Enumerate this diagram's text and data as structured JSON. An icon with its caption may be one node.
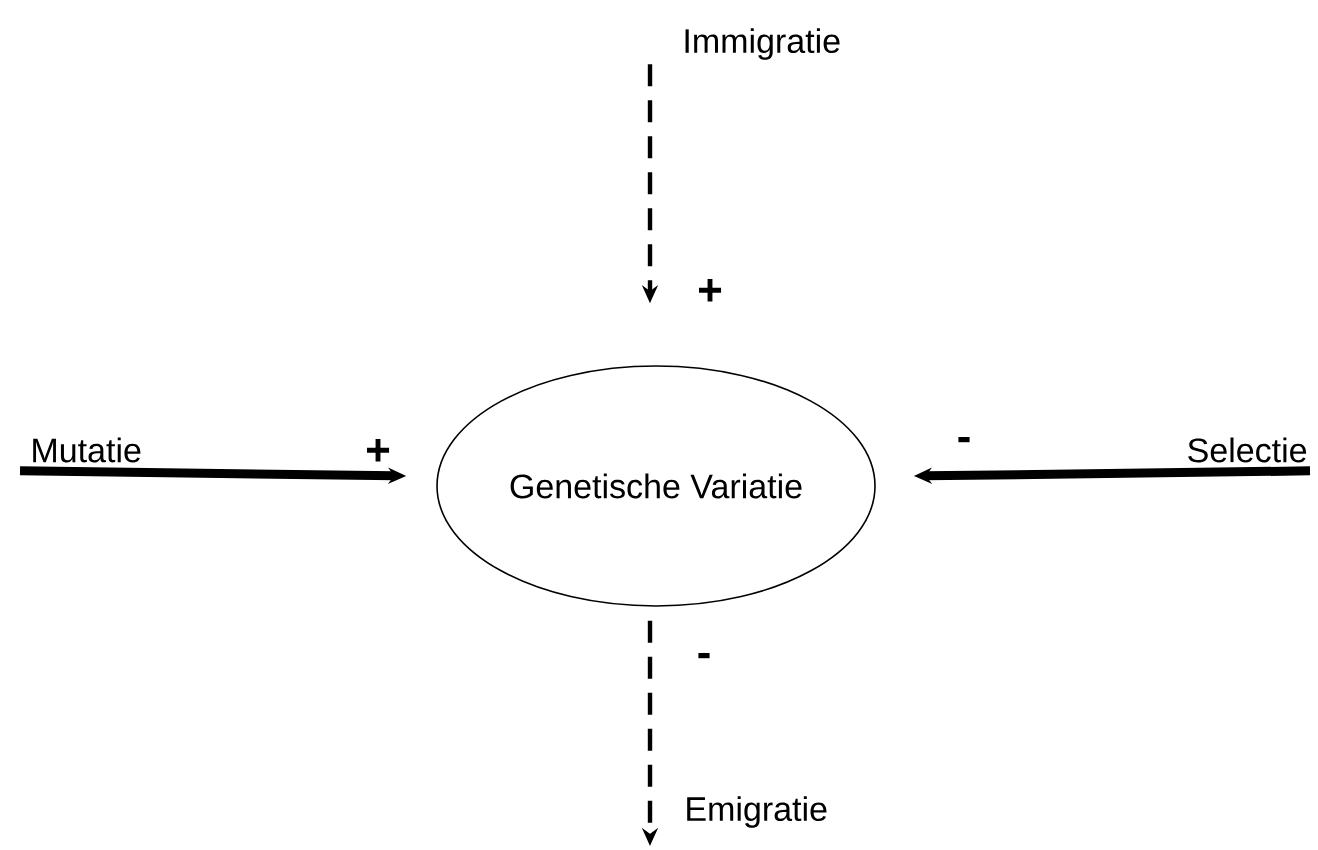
{
  "diagram": {
    "nodes": [
      {
        "text": [
          "Genetische Variatie"
        ]
      },
      {
        "text": [
          "Immigratie"
        ]
      },
      {
        "text": [
          "Mutatie"
        ]
      },
      {
        "text": [
          "Selectie"
        ]
      },
      {
        "text": [
          "Emigratie"
        ]
      }
    ],
    "edges": [
      {
        "from": 1,
        "to": 0,
        "arrow": "to",
        "label": "+",
        "style": "dashed"
      },
      {
        "from": 2,
        "to": 0,
        "arrow": "to",
        "label": "+",
        "style": "thick"
      },
      {
        "from": 3,
        "to": 0,
        "arrow": "to",
        "label": "-",
        "style": "thick"
      },
      {
        "from": 0,
        "to": 4,
        "arrow": "to",
        "label": "-",
        "style": "dashed"
      }
    ]
  }
}
